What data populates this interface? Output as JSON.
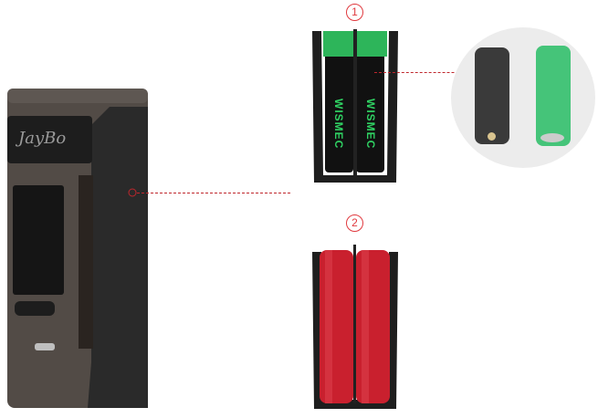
{
  "labels": {
    "one": "1",
    "two": "2"
  },
  "mod": {
    "logo": "JayBo"
  },
  "battery_brand": "WISMEC",
  "colors": {
    "accent": "#e0393e",
    "mod_body": "#4a4440",
    "green_battery": "#2fbf5c",
    "red_battery": "#c9202e",
    "loupe_bg": "#ececec"
  }
}
